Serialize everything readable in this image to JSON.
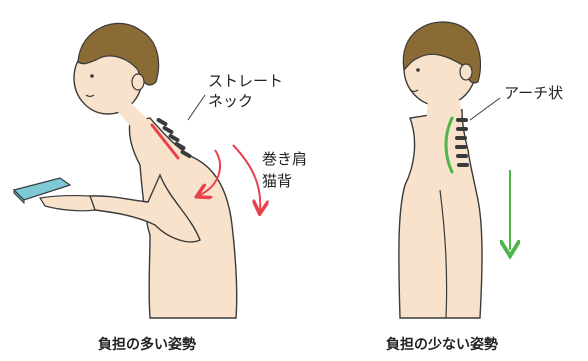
{
  "left_figure": {
    "annotation_neck_line1": "ストレート",
    "annotation_neck_line2": "ネック",
    "annotation_back_line1": "巻き肩",
    "annotation_back_line2": "猫背",
    "caption": "負担の多い姿勢"
  },
  "right_figure": {
    "annotation_neck": "アーチ状",
    "caption": "負担の少ない姿勢"
  },
  "colors": {
    "skin": "#f8e2cc",
    "hair": "#8b6b35",
    "outline": "#3a3a3a",
    "bad_arrow": "#e8414b",
    "good_arrow": "#4db649",
    "phone": "#7ec9d6"
  }
}
